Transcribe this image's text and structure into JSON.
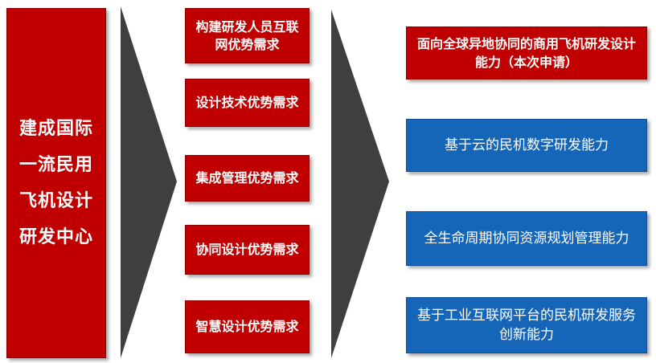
{
  "goal": {
    "text": "建成国际一流民用飞机设计研发中心"
  },
  "needs": [
    {
      "label": "构建研发人员互联网优势需求"
    },
    {
      "label": "设计技术优势需求"
    },
    {
      "label": "集成管理优势需求"
    },
    {
      "label": "协同设计优势需求"
    },
    {
      "label": "智慧设计优势需求"
    }
  ],
  "capabilities": [
    {
      "label": "面向全球异地协同的商用飞机研发设计能力（本次申请）"
    },
    {
      "label": "基于云的民机数字研发能力"
    },
    {
      "label": "全生命周期协同资源规划管理能力"
    },
    {
      "label": "基于工业互联网平台的民机研发服务创新能力"
    }
  ],
  "colors": {
    "red": "#c00000",
    "blue": "#1566b8",
    "arrow": "#3f3f3f"
  }
}
